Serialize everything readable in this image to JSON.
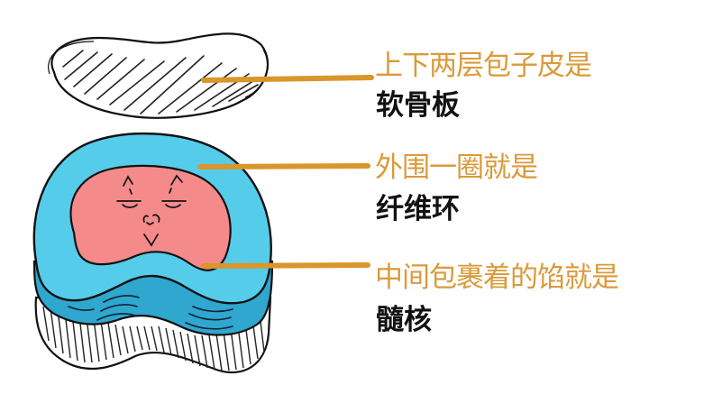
{
  "diagram": {
    "subject": "intervertebral disc (bun analogy)",
    "colors": {
      "leader_line": "#D9962B",
      "label_accent": "#DA9A3A",
      "label_term": "#111111",
      "annulus_top": "#56CCEB",
      "annulus_side": "#2FA7CF",
      "nucleus": "#F48A8A",
      "outline": "#111111",
      "background": "#FFFFFF"
    },
    "parts": [
      {
        "id": "cartilage-endplate",
        "description_line": "上下两层包子皮是",
        "term": "软骨板"
      },
      {
        "id": "annulus-fibrosus",
        "description_line": "外围一圈就是",
        "term": "纤维环"
      },
      {
        "id": "nucleus-pulposus",
        "description_line": "中间包裹着的馅就是",
        "term": "髓核"
      }
    ],
    "face_glyphs": {
      "left_brow": "^",
      "right_brow": "^",
      "mouth": "v"
    }
  }
}
